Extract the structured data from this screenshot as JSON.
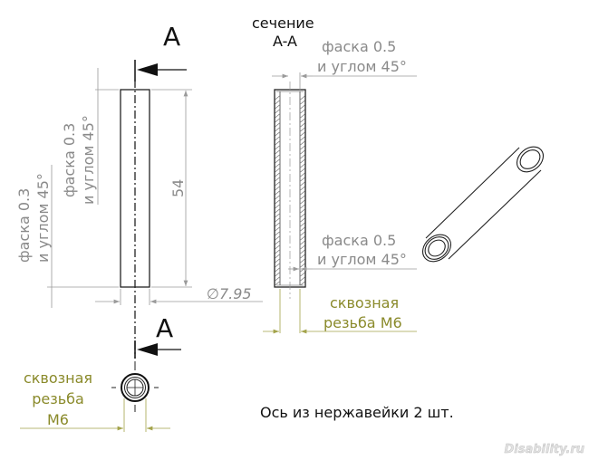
{
  "title": "Ось из нержавейки 2 шт.",
  "section_marker": {
    "top": "A",
    "bottom": "A"
  },
  "section_title": {
    "line1": "сечение",
    "line2": "A-A"
  },
  "dimensions": {
    "length": "54",
    "diameter": "∅7.95"
  },
  "chamfer_left_outer": {
    "line1": "фаска 0.3",
    "line2": "и углом 45°"
  },
  "chamfer_left_inner": {
    "line1": "фаска 0.3",
    "line2": "и углом 45°"
  },
  "chamfer_section_top": {
    "line1": "фаска 0.5",
    "line2": "и углом 45°"
  },
  "chamfer_section_bottom": {
    "line1": "фаска 0.5",
    "line2": "и углом 45°"
  },
  "thread_section": {
    "line1": "сквозная",
    "line2": "резьба М6"
  },
  "thread_end": {
    "line1": "сквозная",
    "line2": "резьба",
    "line3": "М6"
  },
  "watermark": "Disability.ru",
  "colors": {
    "dimension": "#8a8a8a",
    "thread_note": "#8a8a2a",
    "outline": "#222222"
  }
}
